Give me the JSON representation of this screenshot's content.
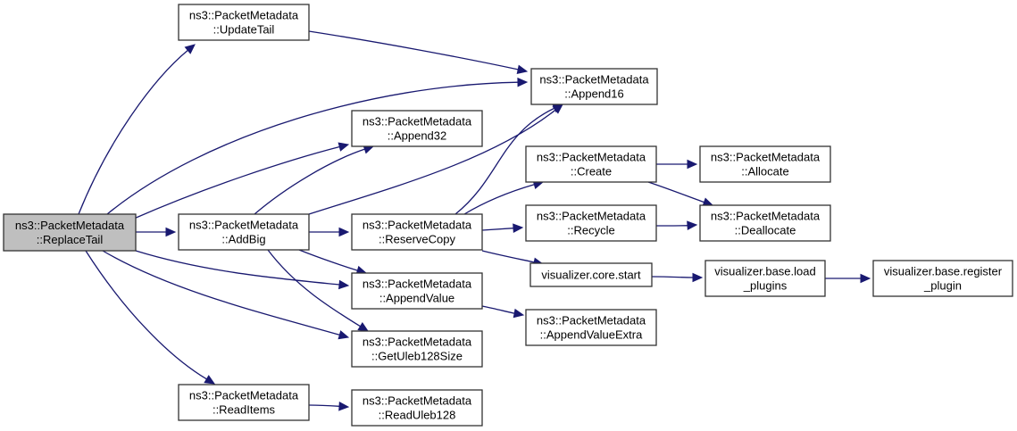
{
  "diagram": {
    "title": "Call graph of ns3::PacketMetadata::ReplaceTail",
    "colors": {
      "edge": "#191970",
      "root_fill": "#bfbfbf",
      "node_fill": "#ffffff",
      "node_border": "#333333"
    },
    "nodes": [
      {
        "id": "replacetail",
        "lines": [
          "ns3::PacketMetadata",
          "::ReplaceTail"
        ],
        "root": true
      },
      {
        "id": "updatetail",
        "lines": [
          "ns3::PacketMetadata",
          "::UpdateTail"
        ]
      },
      {
        "id": "append32",
        "lines": [
          "ns3::PacketMetadata",
          "::Append32"
        ]
      },
      {
        "id": "addbig",
        "lines": [
          "ns3::PacketMetadata",
          "::AddBig"
        ]
      },
      {
        "id": "readitems",
        "lines": [
          "ns3::PacketMetadata",
          "::ReadItems"
        ]
      },
      {
        "id": "append16",
        "lines": [
          "ns3::PacketMetadata",
          "::Append16"
        ]
      },
      {
        "id": "reservecopy",
        "lines": [
          "ns3::PacketMetadata",
          "::ReserveCopy"
        ]
      },
      {
        "id": "appendvalue",
        "lines": [
          "ns3::PacketMetadata",
          "::AppendValue"
        ]
      },
      {
        "id": "getuleb128size",
        "lines": [
          "ns3::PacketMetadata",
          "::GetUleb128Size"
        ]
      },
      {
        "id": "readuleb128",
        "lines": [
          "ns3::PacketMetadata",
          "::ReadUleb128"
        ]
      },
      {
        "id": "create",
        "lines": [
          "ns3::PacketMetadata",
          "::Create"
        ]
      },
      {
        "id": "recycle",
        "lines": [
          "ns3::PacketMetadata",
          "::Recycle"
        ]
      },
      {
        "id": "corestart",
        "lines": [
          "visualizer.core.start"
        ]
      },
      {
        "id": "appendvalueextra",
        "lines": [
          "ns3::PacketMetadata",
          "::AppendValueExtra"
        ]
      },
      {
        "id": "allocate",
        "lines": [
          "ns3::PacketMetadata",
          "::Allocate"
        ]
      },
      {
        "id": "deallocate",
        "lines": [
          "ns3::PacketMetadata",
          "::Deallocate"
        ]
      },
      {
        "id": "loadplugins",
        "lines": [
          "visualizer.base.load",
          "_plugins"
        ]
      },
      {
        "id": "registerplugin",
        "lines": [
          "visualizer.base.register",
          "_plugin"
        ]
      }
    ],
    "edges": [
      {
        "from": "replacetail",
        "to": "updatetail"
      },
      {
        "from": "replacetail",
        "to": "append16"
      },
      {
        "from": "replacetail",
        "to": "append32"
      },
      {
        "from": "replacetail",
        "to": "addbig"
      },
      {
        "from": "replacetail",
        "to": "appendvalue"
      },
      {
        "from": "replacetail",
        "to": "getuleb128size"
      },
      {
        "from": "replacetail",
        "to": "readitems"
      },
      {
        "from": "updatetail",
        "to": "append16"
      },
      {
        "from": "addbig",
        "to": "append32"
      },
      {
        "from": "addbig",
        "to": "append16"
      },
      {
        "from": "addbig",
        "to": "reservecopy"
      },
      {
        "from": "addbig",
        "to": "appendvalue"
      },
      {
        "from": "addbig",
        "to": "getuleb128size"
      },
      {
        "from": "reservecopy",
        "to": "append16"
      },
      {
        "from": "reservecopy",
        "to": "create"
      },
      {
        "from": "reservecopy",
        "to": "recycle"
      },
      {
        "from": "reservecopy",
        "to": "corestart"
      },
      {
        "from": "appendvalue",
        "to": "appendvalueextra"
      },
      {
        "from": "readitems",
        "to": "readuleb128"
      },
      {
        "from": "create",
        "to": "allocate"
      },
      {
        "from": "create",
        "to": "deallocate"
      },
      {
        "from": "recycle",
        "to": "deallocate"
      },
      {
        "from": "corestart",
        "to": "loadplugins"
      },
      {
        "from": "loadplugins",
        "to": "registerplugin"
      }
    ]
  }
}
